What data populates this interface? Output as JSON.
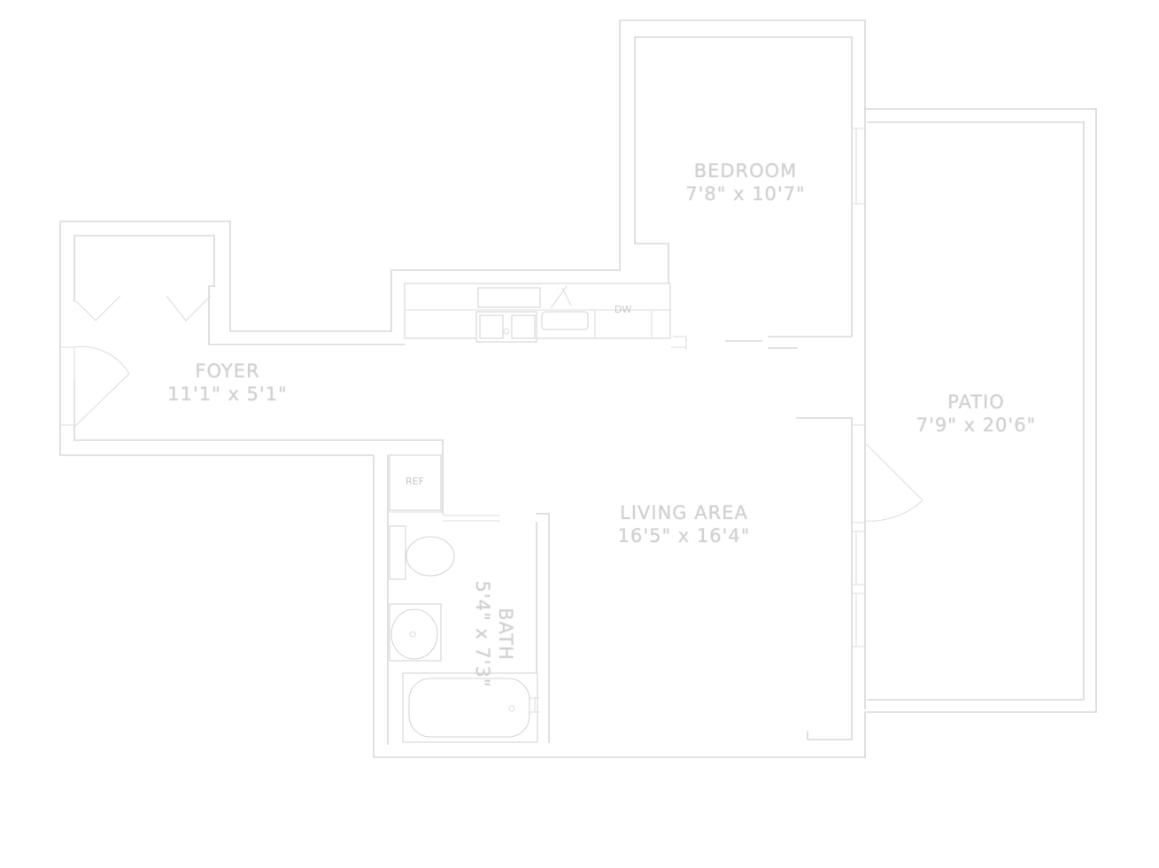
{
  "rooms": {
    "bedroom": {
      "name": "BEDROOM",
      "dims": "7'8\" x 10'7\""
    },
    "foyer": {
      "name": "FOYER",
      "dims": "11'1\" x 5'1\""
    },
    "patio": {
      "name": "PATIO",
      "dims": "7'9\" x 20'6\""
    },
    "living": {
      "name": "LIVING AREA",
      "dims": "16'5\" x 16'4\""
    },
    "bath": {
      "name": "BATH",
      "dims": "5'4\" x 7'3\""
    }
  },
  "fixtures": {
    "refrigerator": "REF",
    "dishwasher": "DW"
  },
  "colors": {
    "lines": "#d9d9d9",
    "text": "#d2d2d2",
    "background": "#ffffff"
  }
}
